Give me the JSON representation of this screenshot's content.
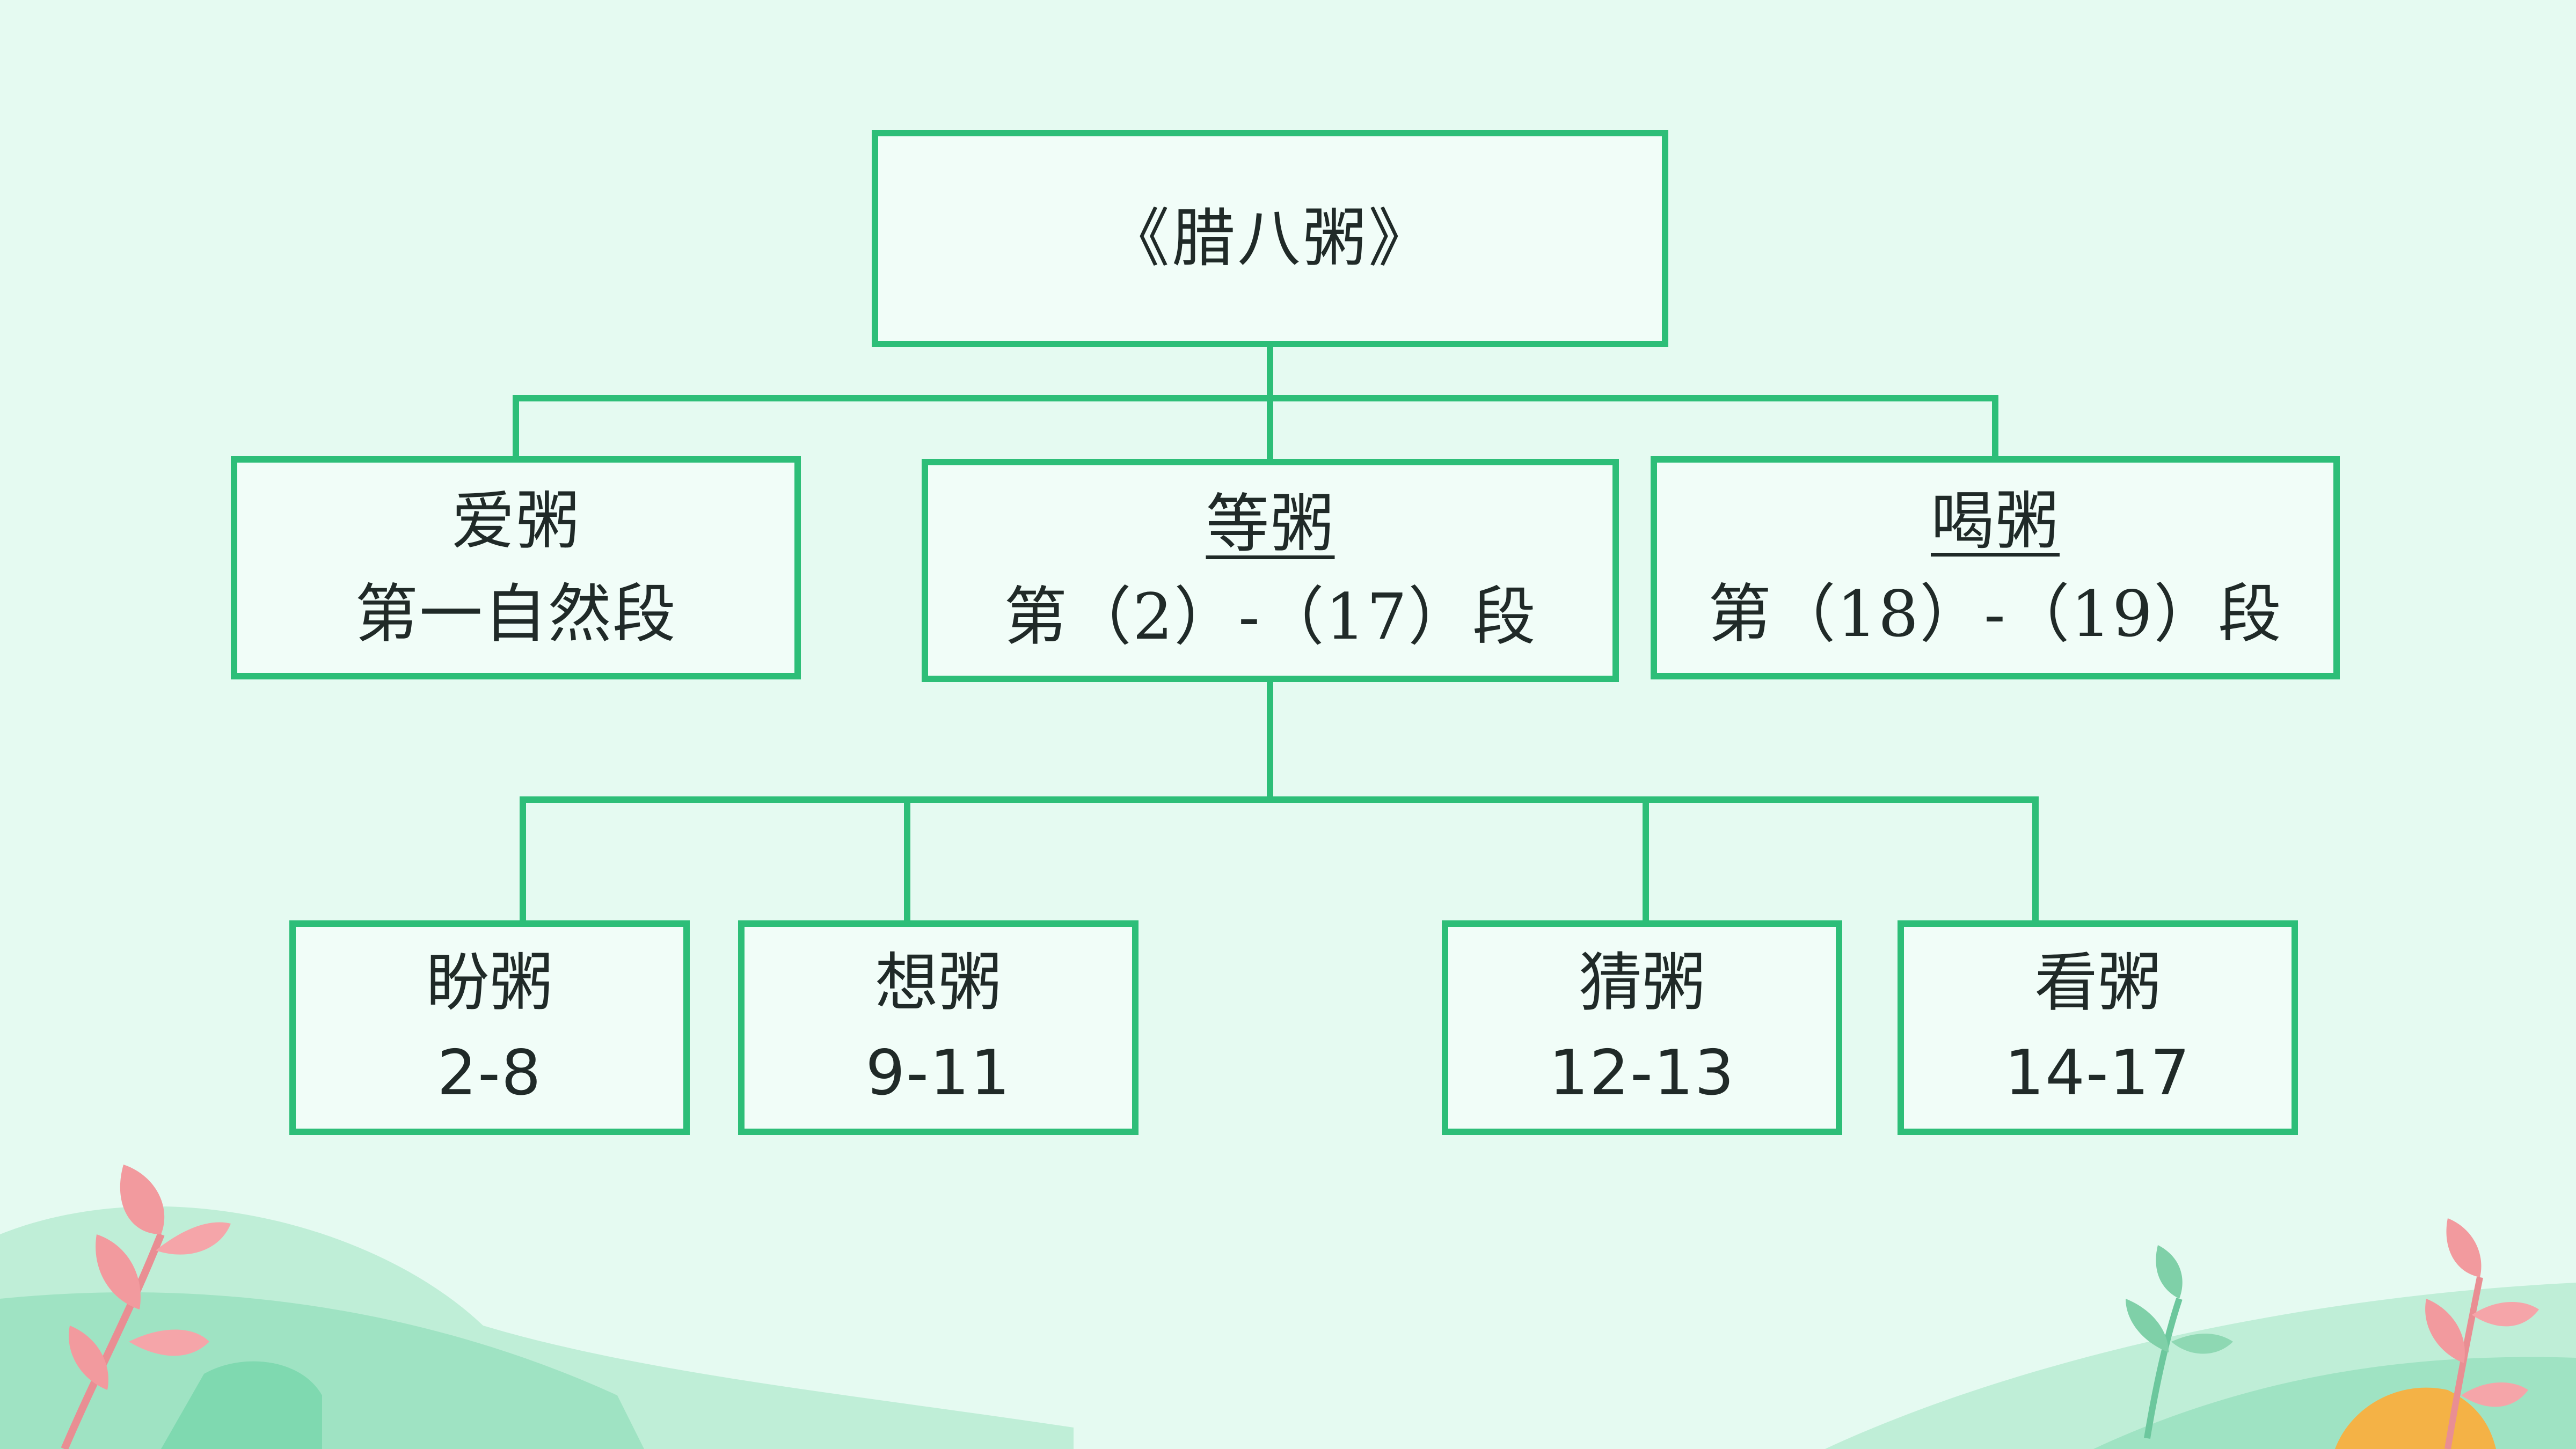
{
  "colors": {
    "background": "#e5faf1",
    "border": "#2dbe78",
    "box_fill": "#f1fdf8",
    "text": "#202a28"
  },
  "root": {
    "title": "《腊八粥》"
  },
  "sections": [
    {
      "heading": "爱粥",
      "range": "第一自然段",
      "underlined": false
    },
    {
      "heading": "等粥",
      "range": "第（2）-（17）段",
      "underlined": true
    },
    {
      "heading": "喝粥",
      "range": "第（18）-（19）段",
      "underlined": true
    }
  ],
  "subsections": [
    {
      "heading": "盼粥",
      "range": "2-8"
    },
    {
      "heading": "想粥",
      "range": "9-11"
    },
    {
      "heading": "猜粥",
      "range": "12-13"
    },
    {
      "heading": "看粥",
      "range": "14-17"
    }
  ],
  "decorations": [
    "leaf-icon",
    "hill-shape"
  ]
}
